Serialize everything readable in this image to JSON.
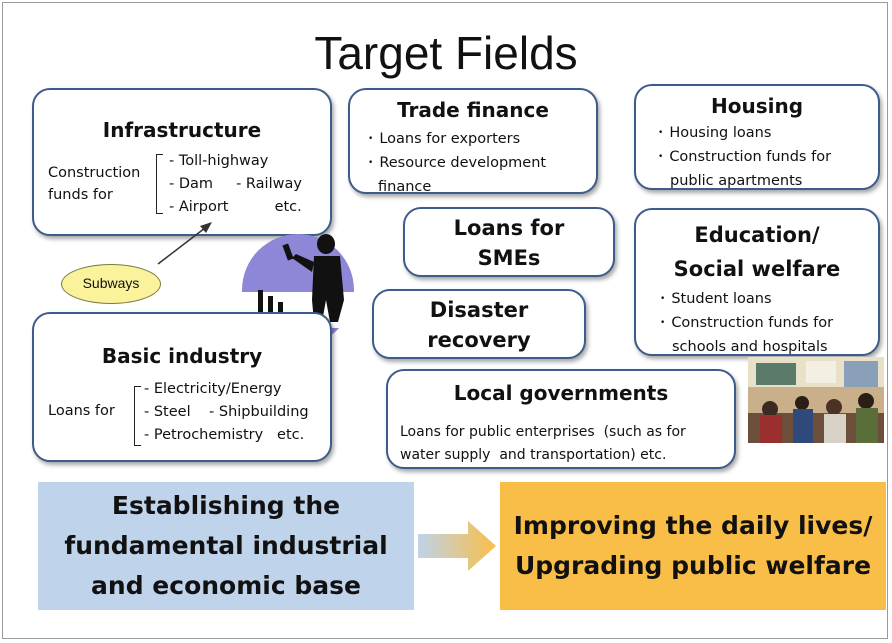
{
  "title": "Target Fields",
  "infrastructure": {
    "title": "Infrastructure",
    "lead_1": "Construction",
    "lead_2": "funds for",
    "lines": [
      "- Toll-highway",
      "- Dam     - Railway",
      "- Airport          etc."
    ]
  },
  "subways_label": "Subways",
  "basic_industry": {
    "title": "Basic industry",
    "lead": "Loans for",
    "lines": [
      "- Electricity/Energy",
      "- Steel    - Shipbuilding",
      "- Petrochemistry   etc."
    ]
  },
  "trade_finance": {
    "title": "Trade finance",
    "bullets": [
      "Loans for exporters",
      "Resource development"
    ],
    "continuation": "finance"
  },
  "housing": {
    "title": "Housing",
    "bullets": [
      "Housing loans",
      "Construction funds for"
    ],
    "continuation": "public apartments"
  },
  "smes": {
    "title_1": "Loans for",
    "title_2": "SMEs"
  },
  "disaster": {
    "title_1": "Disaster",
    "title_2": "recovery"
  },
  "education": {
    "title_1": "Education/",
    "title_2": "Social welfare",
    "bullets": [
      "Student loans",
      "Construction funds for"
    ],
    "continuation": "schools and hospitals"
  },
  "local_gov": {
    "title": "Local governments",
    "line_1": "Loans for public enterprises  (such as for",
    "line_2": "water supply  and transportation) etc."
  },
  "bottom_left": {
    "line_1": "Establishing the",
    "line_2": "fundamental industrial",
    "line_3": "and economic base"
  },
  "bottom_right": {
    "line_1": "Improving the daily lives/",
    "line_2": "Upgrading public welfare"
  },
  "colors": {
    "box_border": "#3f5b8c",
    "left_panel": "#bfd3ea",
    "right_panel": "#f9be48",
    "subways_oval": "#fbf29c",
    "worker_circle": "#8e86d6"
  }
}
